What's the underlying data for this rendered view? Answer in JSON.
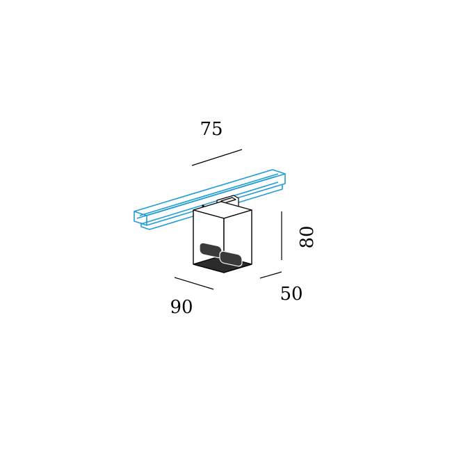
{
  "dimensions": {
    "top": "75",
    "left": "90",
    "right": "50",
    "height": "80"
  },
  "colors": {
    "track": "#1e9bd7",
    "line": "#000000",
    "background": "#ffffff"
  }
}
